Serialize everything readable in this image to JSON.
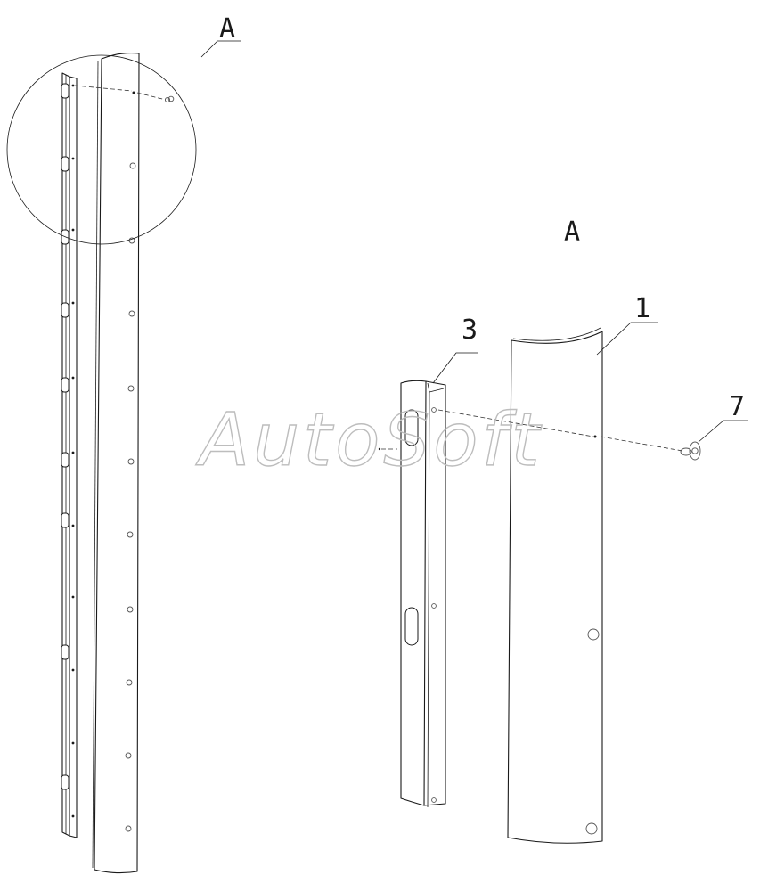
{
  "labels": {
    "detail_callout": "A",
    "detail_title": "A",
    "part_1": "1",
    "part_3": "3",
    "part_7": "7"
  },
  "watermark": "AutoSoft",
  "colors": {
    "line": "#1a1a1a",
    "watermark": "#bdbdbd",
    "background": "#ffffff"
  }
}
